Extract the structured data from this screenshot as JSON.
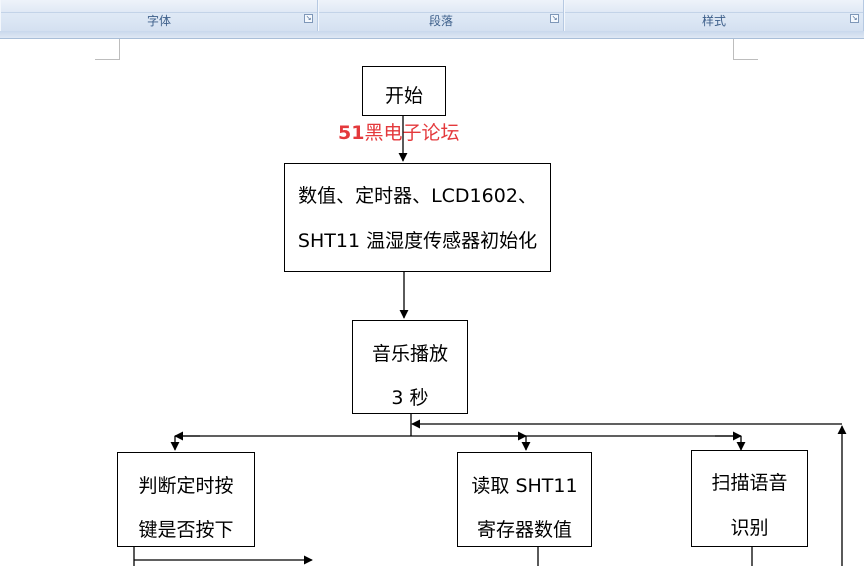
{
  "ribbon": {
    "groups": [
      {
        "label": "字体"
      },
      {
        "label": "段落"
      },
      {
        "label": "样式"
      }
    ]
  },
  "watermark": {
    "number": "51",
    "text": "黑电子论坛",
    "color": "#e4393c"
  },
  "flowchart": {
    "start": {
      "text": "开始"
    },
    "init": {
      "line1": "数值、定时器、LCD1602、",
      "line2": "SHT11 温湿度传感器初始化"
    },
    "music": {
      "line1": "音乐播放",
      "line2": "3 秒"
    },
    "judge": {
      "line1": "判断定时按",
      "line2": "键是否按下"
    },
    "read": {
      "line1": "读取 SHT11",
      "line2": "寄存器数值"
    },
    "scan": {
      "line1": "扫描语音",
      "line2": "识别"
    }
  }
}
